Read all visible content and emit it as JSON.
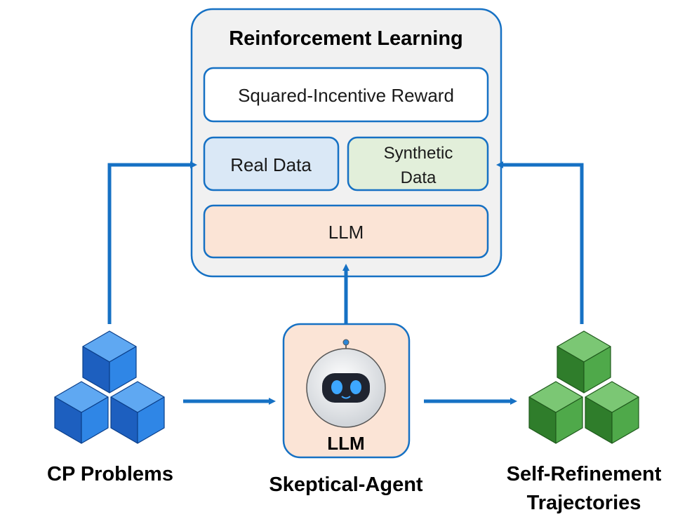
{
  "rl_panel": {
    "title": "Reinforcement Learning",
    "reward_label": "Squared-Incentive Reward",
    "real_data_label": "Real Data",
    "synthetic_data_line1": "Synthetic",
    "synthetic_data_line2": "Data",
    "llm_label": "LLM"
  },
  "nodes": {
    "cp_problems": "CP Problems",
    "agent_llm": "LLM",
    "agent_name": "Skeptical-Agent",
    "trajectories_line1": "Self-Refinement",
    "trajectories_line2": "Trajectories"
  },
  "icons": {
    "cp_cubes": "blue-cube-stack-icon",
    "trajectory_cubes": "green-cube-stack-icon",
    "agent": "robot-icon"
  },
  "colors": {
    "arrow": "#1671c4",
    "panel_border": "#1671c4",
    "panel_fill": "#f1f1f1",
    "real_data_fill": "#dae8f6",
    "synthetic_data_fill": "#e2efda",
    "llm_fill": "#fbe4d6",
    "cube_blue": "#2f86e6",
    "cube_green": "#4fa94a"
  }
}
